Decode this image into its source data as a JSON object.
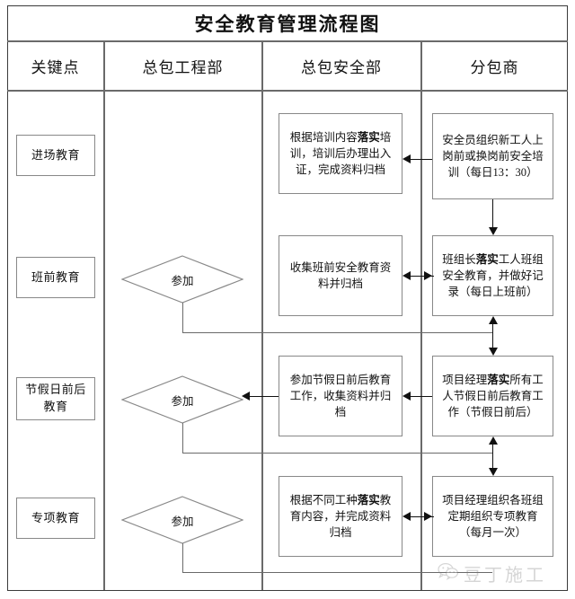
{
  "title": "安全教育管理流程图",
  "columns": [
    {
      "key": "key_point",
      "label": "关键点"
    },
    {
      "key": "gc_eng",
      "label": "总包工程部"
    },
    {
      "key": "gc_safety",
      "label": "总包安全部"
    },
    {
      "key": "subcontractor",
      "label": "分包商"
    }
  ],
  "key_points": [
    {
      "label": "进场教育"
    },
    {
      "label": "班前教育"
    },
    {
      "label": "节假日前后教育"
    },
    {
      "label": "专项教育"
    }
  ],
  "engineering_nodes": [
    {
      "label": "参加"
    },
    {
      "label": "参加"
    },
    {
      "label": "参加"
    }
  ],
  "safety_nodes": [
    {
      "pre": "根据培训内容",
      "bold": "落实",
      "post": "培训，培训后办理出入证，完成资料归档"
    },
    {
      "pre": "",
      "bold": "",
      "post": "收集班前安全教育资料并归档"
    },
    {
      "pre": "",
      "bold": "",
      "post": "参加节假日前后教育工作，收集资料并归档"
    },
    {
      "pre": "根据不同工种",
      "bold": "落实",
      "post": "教育内容，并完成资料归档"
    }
  ],
  "subcontractor_nodes": [
    {
      "pre": "",
      "bold": "",
      "post": "安全员组织新工人上岗前或换岗前安全培训（每日13：30）"
    },
    {
      "pre": "班组长",
      "bold": "落实",
      "post": "工人班组安全教育，并做好记录（每日上班前）"
    },
    {
      "pre": "项目经理",
      "bold": "落实",
      "post": "所有工人节假日前后教育工作（节假日前后）"
    },
    {
      "pre": "",
      "bold": "",
      "post": "项目经理组织各班组定期组织专项教育（每月一次）"
    }
  ],
  "watermark": {
    "icon": "wechat-icon",
    "text": "豆丁施工"
  },
  "colors": {
    "border": "#6a6a6a",
    "frame": "#3a3a3a",
    "node_border": "#888888",
    "connector": "#111111",
    "text": "#111111"
  }
}
